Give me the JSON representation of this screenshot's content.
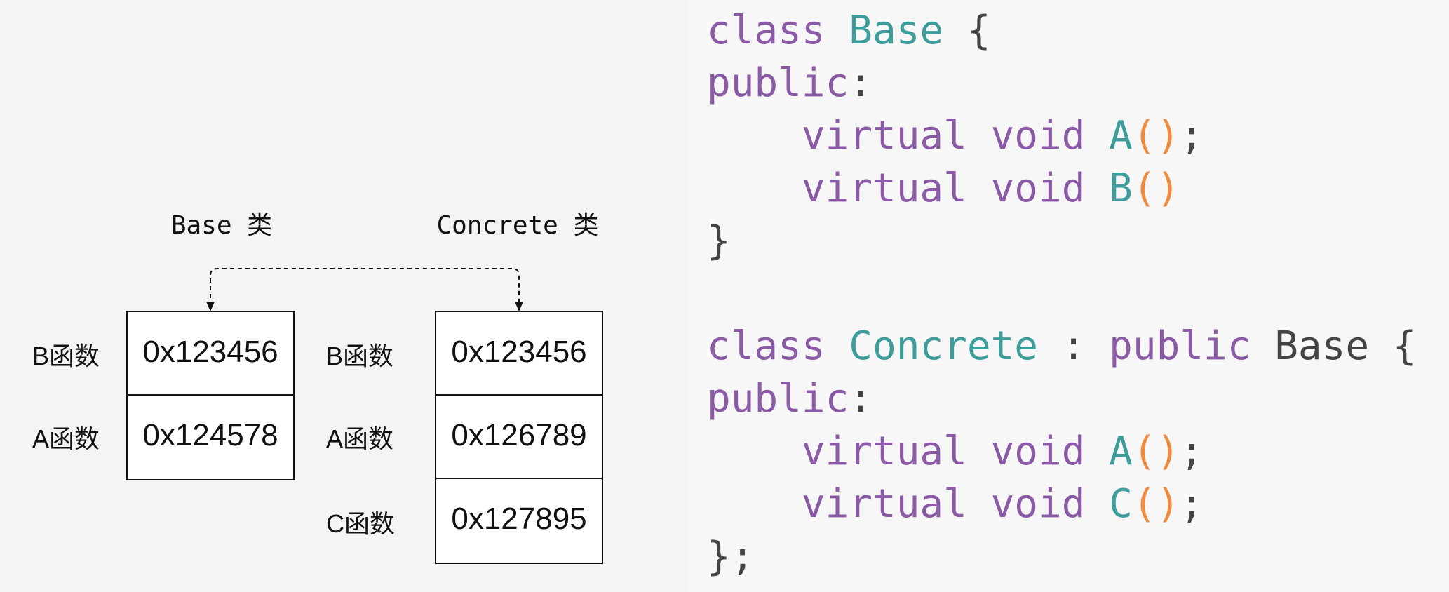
{
  "diagram": {
    "base_title": "Base 类",
    "concrete_title": "Concrete 类",
    "base_table": {
      "rows": [
        {
          "label": "B函数",
          "address": "0x123456"
        },
        {
          "label": "A函数",
          "address": "0x124578"
        }
      ]
    },
    "concrete_table": {
      "rows": [
        {
          "label": "B函数",
          "address": "0x123456"
        },
        {
          "label": "A函数",
          "address": "0x126789"
        },
        {
          "label": "C函数",
          "address": "0x127895"
        }
      ]
    }
  },
  "code": {
    "colors": {
      "keyword": "#8a5aa6",
      "type": "#3c9d9b",
      "paren": "#f08a3c",
      "punct": "#444444"
    },
    "lines": [
      [
        {
          "t": "class ",
          "k": "kw"
        },
        {
          "t": "Base ",
          "k": "type"
        },
        {
          "t": "{",
          "k": "punct"
        }
      ],
      [
        {
          "t": "public",
          "k": "kw"
        },
        {
          "t": ":",
          "k": "punct"
        }
      ],
      [
        {
          "t": "    virtual void ",
          "k": "kw"
        },
        {
          "t": "A",
          "k": "type"
        },
        {
          "t": "()",
          "k": "paren"
        },
        {
          "t": ";",
          "k": "punct"
        }
      ],
      [
        {
          "t": "    virtual void ",
          "k": "kw"
        },
        {
          "t": "B",
          "k": "type"
        },
        {
          "t": "()",
          "k": "paren"
        }
      ],
      [
        {
          "t": "}",
          "k": "punct"
        }
      ],
      [],
      [
        {
          "t": "class ",
          "k": "kw"
        },
        {
          "t": "Concrete ",
          "k": "type"
        },
        {
          "t": ": ",
          "k": "punct"
        },
        {
          "t": "public ",
          "k": "kw"
        },
        {
          "t": "Base ",
          "k": "plain"
        },
        {
          "t": "{",
          "k": "punct"
        }
      ],
      [
        {
          "t": "public",
          "k": "kw"
        },
        {
          "t": ":",
          "k": "punct"
        }
      ],
      [
        {
          "t": "    virtual void ",
          "k": "kw"
        },
        {
          "t": "A",
          "k": "type"
        },
        {
          "t": "()",
          "k": "paren"
        },
        {
          "t": ";",
          "k": "punct"
        }
      ],
      [
        {
          "t": "    virtual void ",
          "k": "kw"
        },
        {
          "t": "C",
          "k": "type"
        },
        {
          "t": "()",
          "k": "paren"
        },
        {
          "t": ";",
          "k": "punct"
        }
      ],
      [
        {
          "t": "}",
          "k": "punct"
        },
        {
          "t": ";",
          "k": "punct"
        }
      ]
    ]
  }
}
